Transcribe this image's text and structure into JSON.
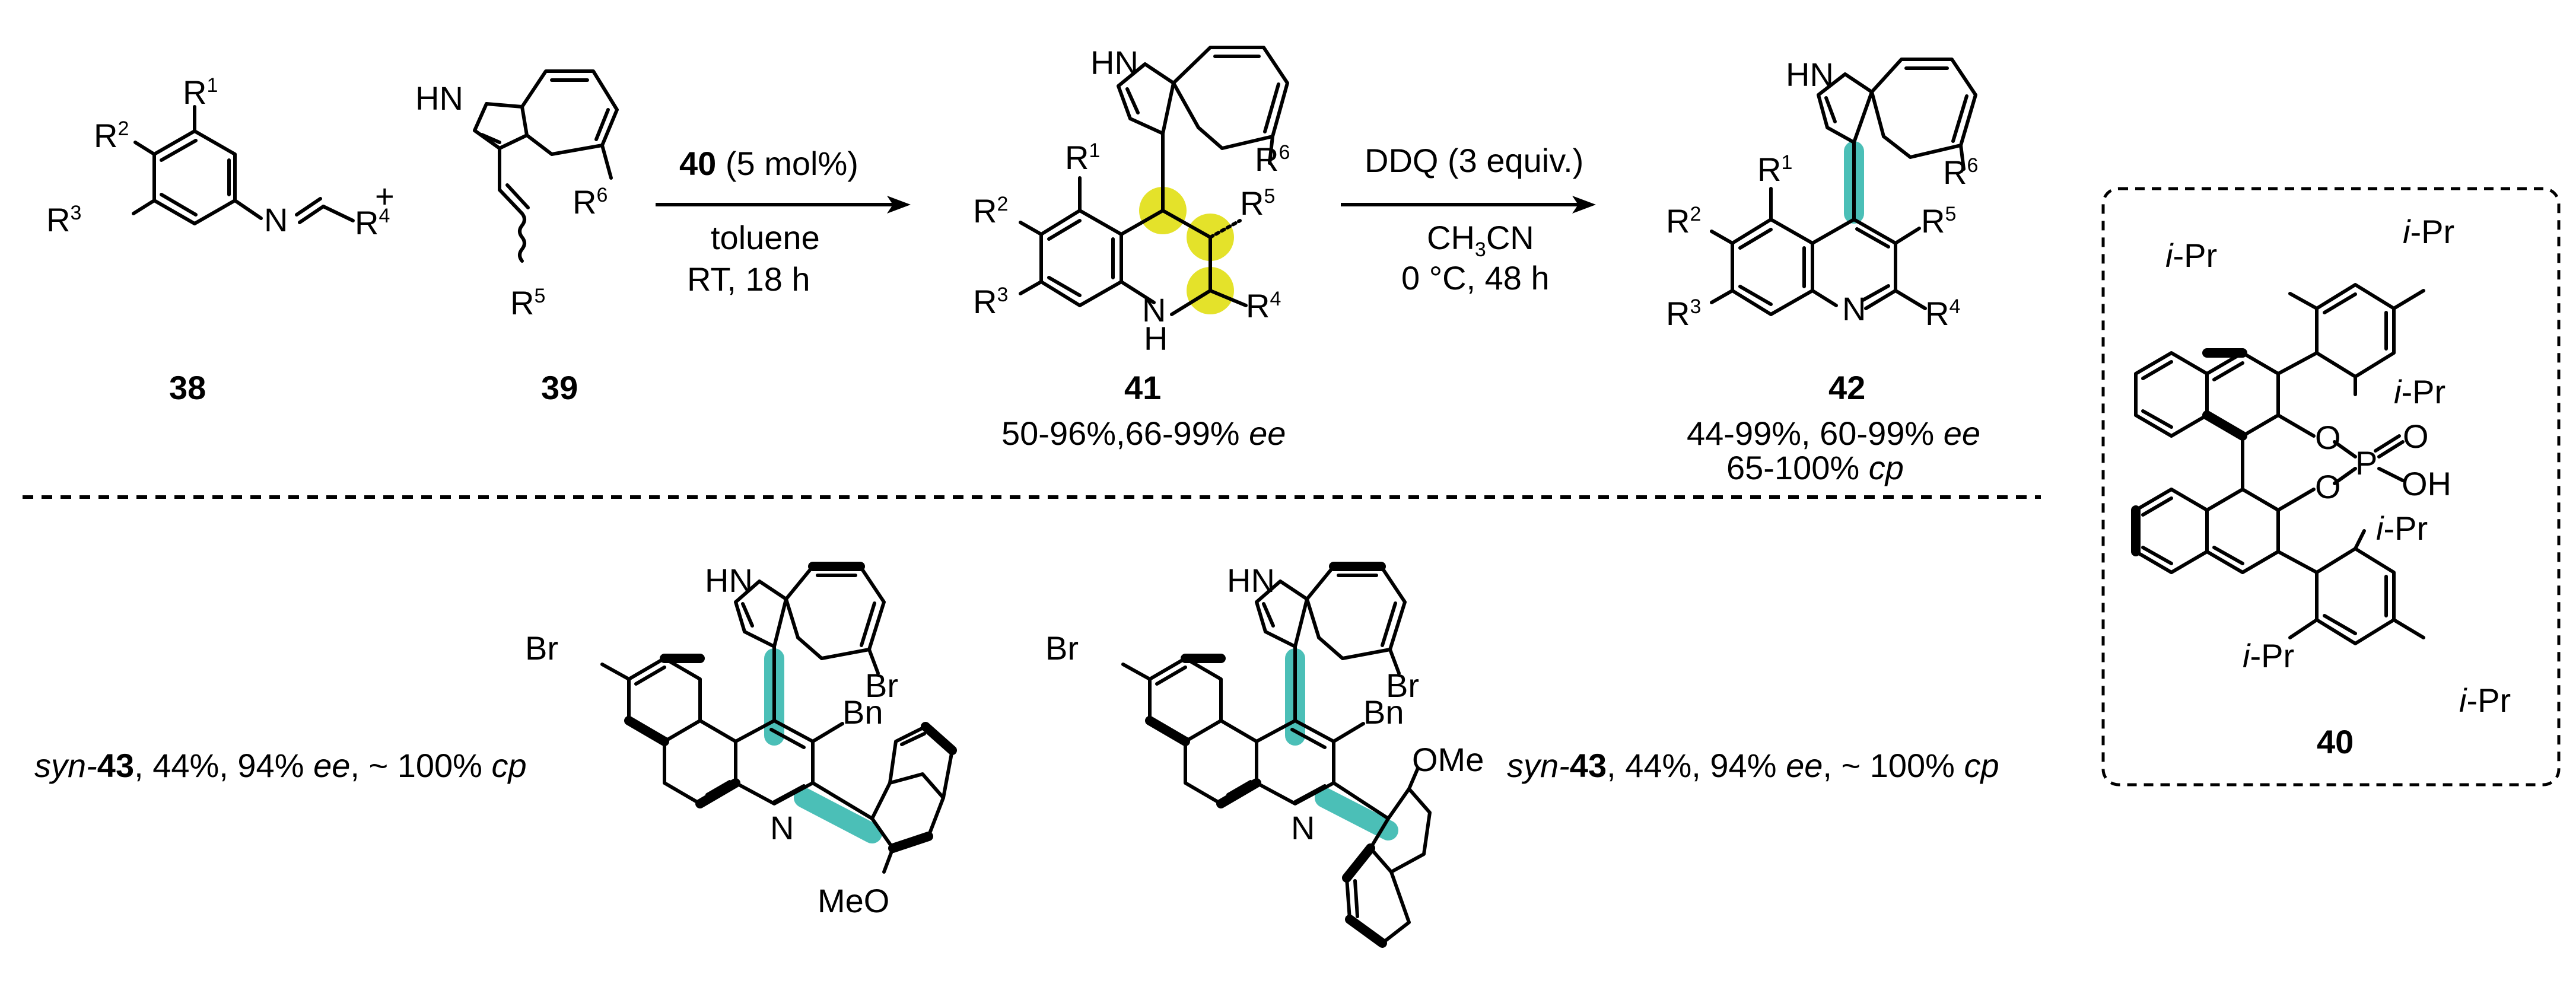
{
  "colors": {
    "highlight_teal": "#4bbfb7",
    "highlight_yellow": "#e4e22a",
    "ink": "#000000"
  },
  "compounds": {
    "c38": {
      "id": "38",
      "atoms": {
        "r1": "R",
        "r1n": "1",
        "r2": "R",
        "r2n": "2",
        "r3": "R",
        "r3n": "3",
        "r4": "R",
        "r4n": "4",
        "n": "N"
      }
    },
    "plus": "+",
    "c39": {
      "id": "39",
      "atoms": {
        "hn": "HN",
        "r6": "R",
        "r6n": "6",
        "r5": "R",
        "r5n": "5"
      }
    },
    "c41": {
      "id": "41",
      "yield": "50-96%,66-99% ",
      "ee": "ee",
      "atoms": {
        "hn": "HN",
        "r1": "R",
        "r1n": "1",
        "r2": "R",
        "r2n": "2",
        "r3": "R",
        "r3n": "3",
        "r4": "R",
        "r4n": "4",
        "r5": "R",
        "r5n": "5",
        "r6": "R",
        "r6n": "6",
        "n": "N",
        "h": "H"
      }
    },
    "c42": {
      "id": "42",
      "yield": "44-99%, 60-99% ",
      "ee": "ee",
      "cp_val": "65-100% ",
      "cp": "cp",
      "atoms": {
        "hn": "HN",
        "r1": "R",
        "r1n": "1",
        "r2": "R",
        "r2n": "2",
        "r3": "R",
        "r3n": "3",
        "r4": "R",
        "r4n": "4",
        "r5": "R",
        "r5n": "5",
        "r6": "R",
        "r6n": "6",
        "n": "N"
      }
    },
    "c40": {
      "id": "40",
      "atoms": {
        "ipr": "i",
        "pr": "-Pr",
        "o": "O",
        "p": "P",
        "oh": "OH"
      }
    },
    "c43a": {
      "atoms": {
        "hn": "HN",
        "br1": "Br",
        "br2": "Br",
        "bn": "Bn",
        "n": "N",
        "ome": "MeO"
      }
    },
    "c43b": {
      "atoms": {
        "hn": "HN",
        "br1": "Br",
        "br2": "Br",
        "bn": "Bn",
        "n": "N",
        "ome": "OMe"
      }
    }
  },
  "step1": {
    "cat": "40",
    "cat_load": " (5 mol%)",
    "solvent": "toluene",
    "cond": "RT, 18 h"
  },
  "step2": {
    "reagent": "DDQ (3 equiv.)",
    "solvent_main": "CH",
    "solvent_sub": "3",
    "solvent_tail": "CN",
    "cond": "0 °C, 48 h"
  },
  "captions": {
    "left": {
      "pre": "syn-",
      "num": "43",
      "rest": ", 44%, 94% ",
      "ee": "ee",
      "mid": ", ~ 100% ",
      "cp": "cp"
    },
    "right": {
      "pre": "syn-",
      "num": "43",
      "rest": ", 44%, 94% ",
      "ee": "ee",
      "mid": ", ~ 100% ",
      "cp": "cp"
    }
  }
}
